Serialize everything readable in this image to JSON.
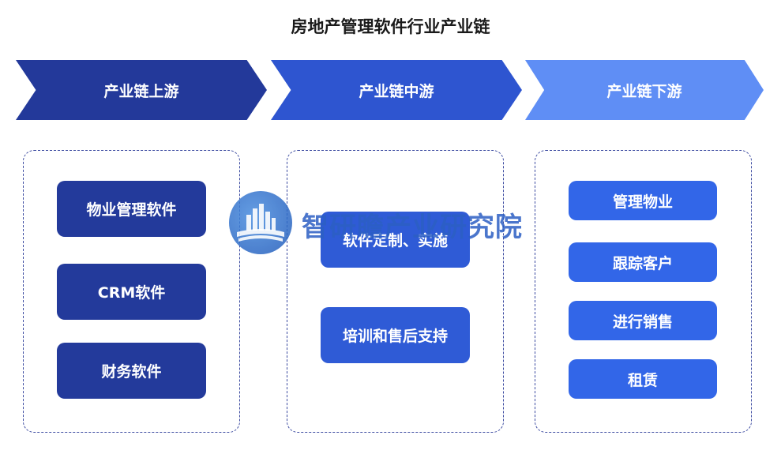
{
  "title": "房地产管理软件行业产业链",
  "stages": [
    {
      "label": "产业链上游",
      "color": "#23399a",
      "items": [
        "物业管理软件",
        "CRM软件",
        "财务软件"
      ]
    },
    {
      "label": "产业链中游",
      "color": "#2e55d0",
      "items": [
        "软件定制、实施",
        "培训和售后支持"
      ]
    },
    {
      "label": "产业链下游",
      "color": "#5f8ef5",
      "items": [
        "管理物业",
        "跟踪客户",
        "进行销售",
        "租赁"
      ]
    }
  ],
  "watermark": {
    "text": "智研瞻产业研究院",
    "icon": "city-book-logo-icon"
  }
}
